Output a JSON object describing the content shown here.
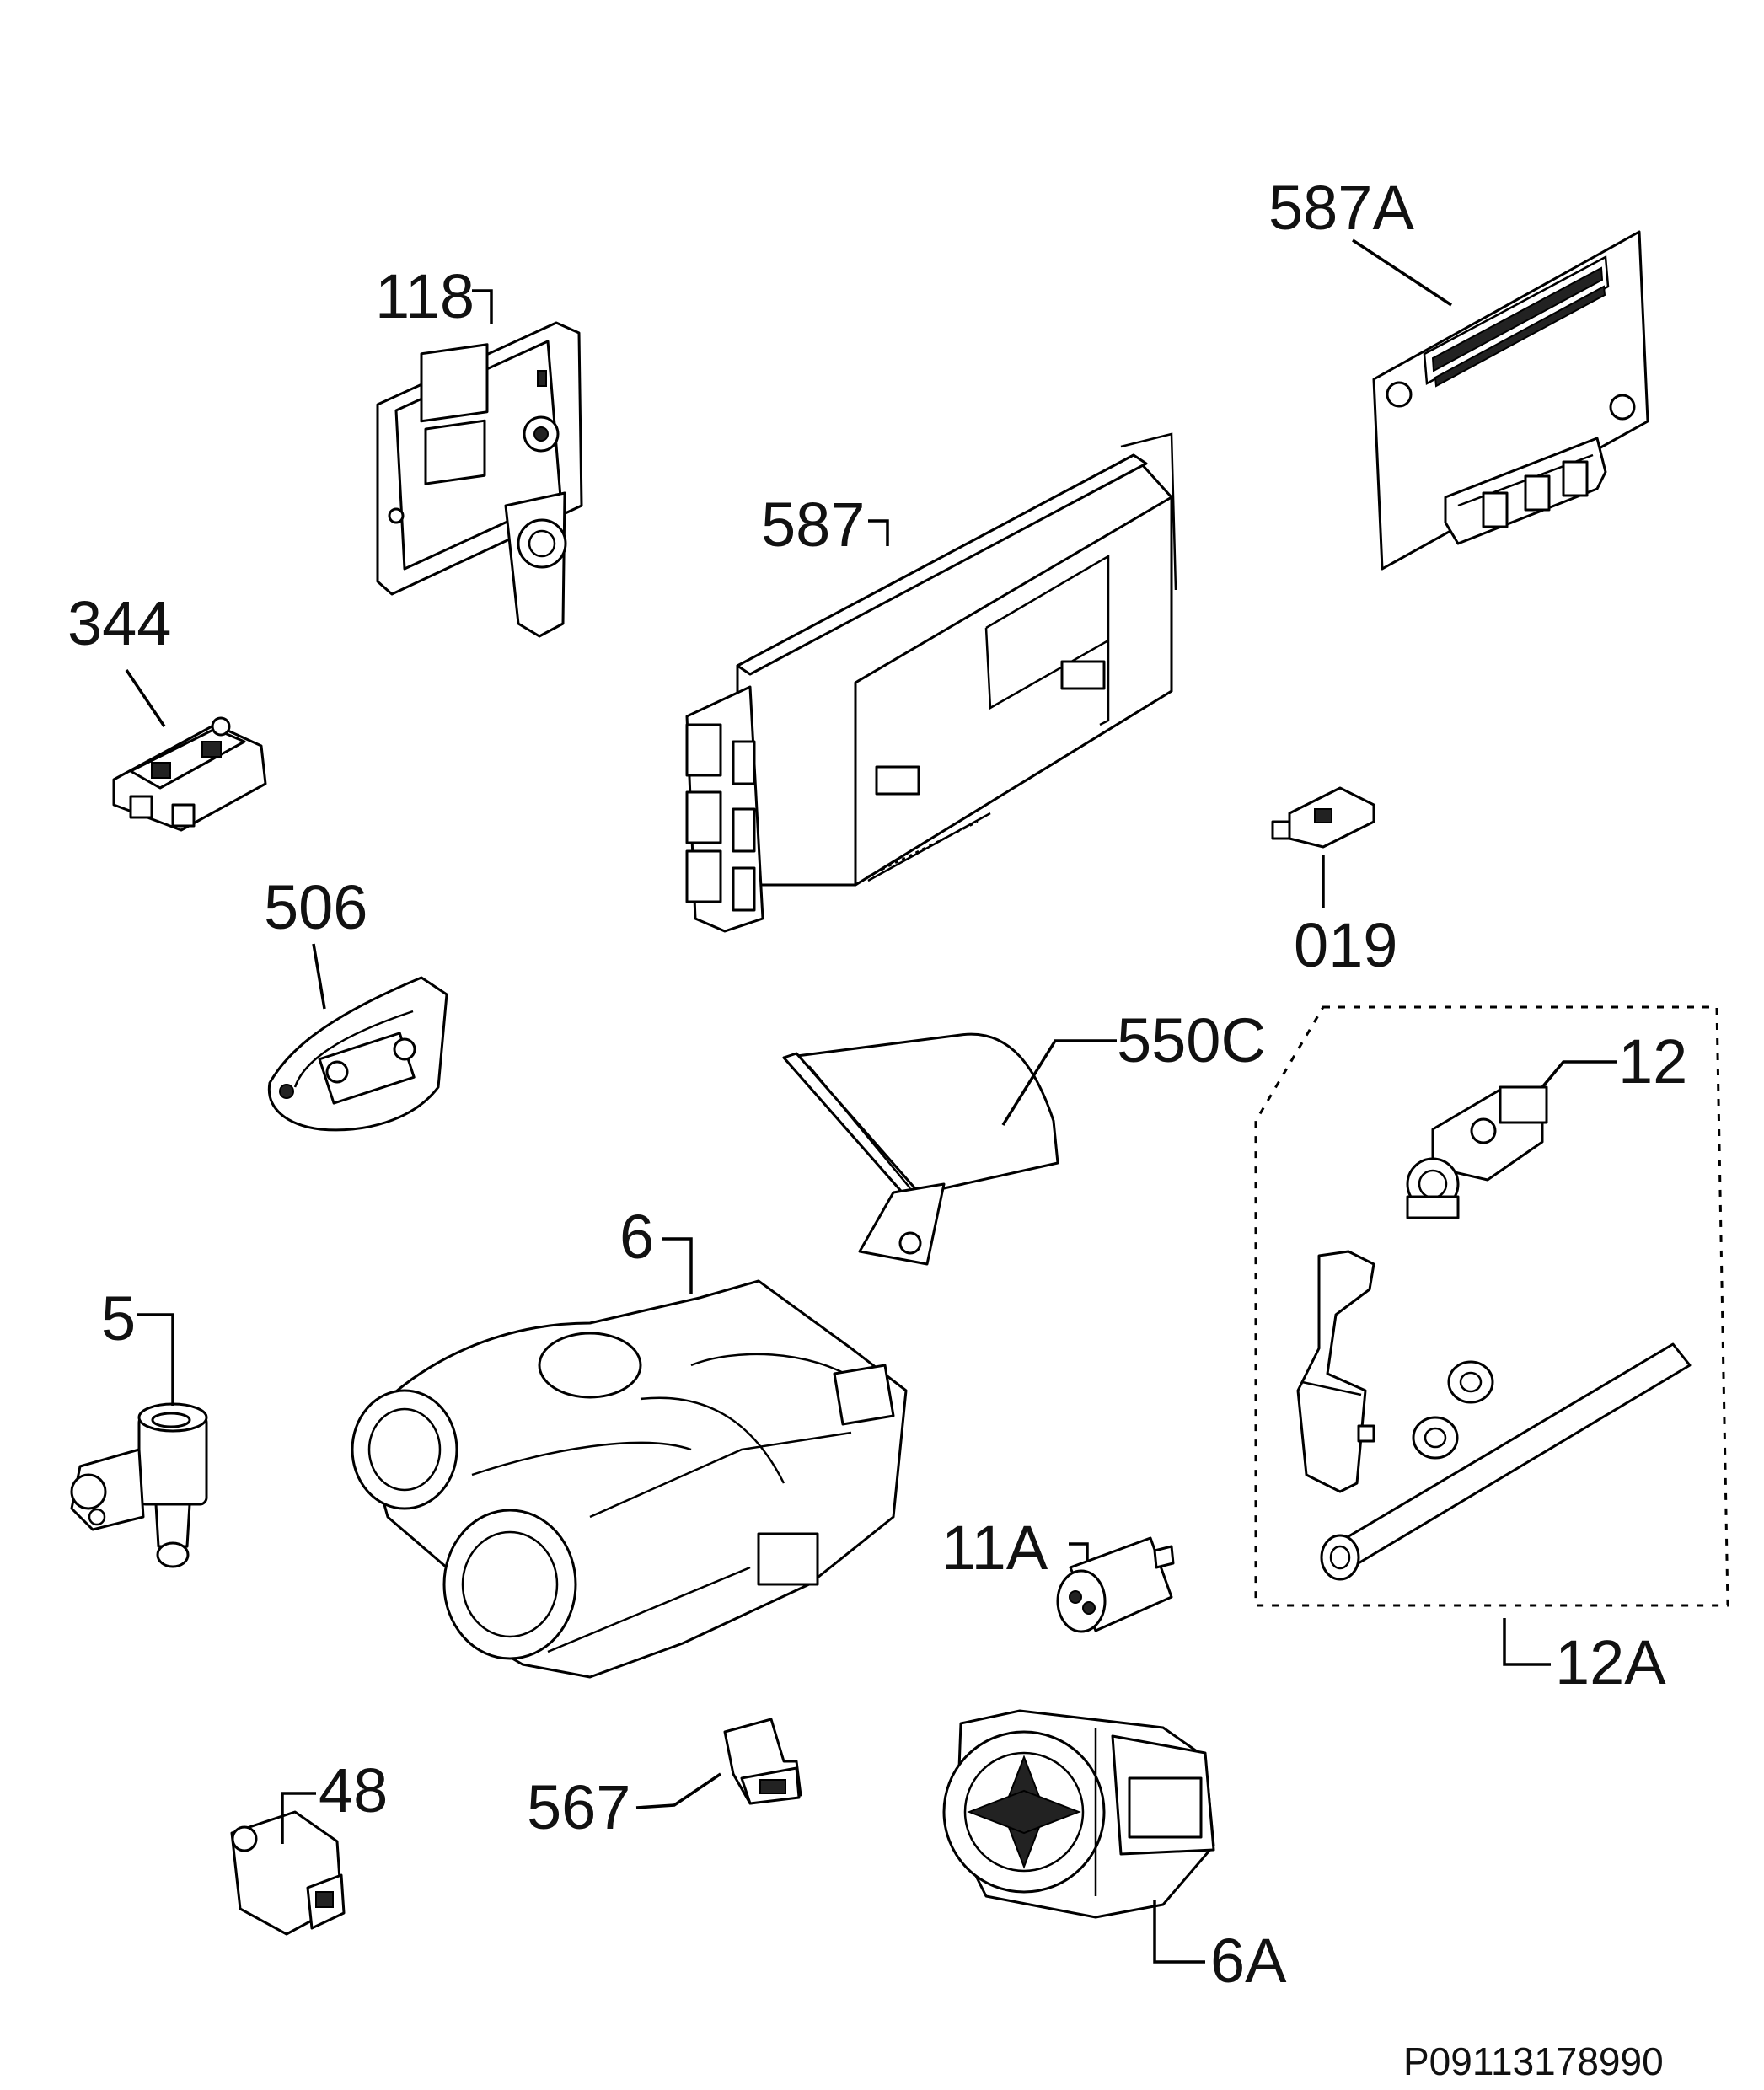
{
  "diagram": {
    "document_id": "P09113178990",
    "labels": {
      "p118": "118",
      "p587A": "587A",
      "p587": "587",
      "p344": "344",
      "p506": "506",
      "p019": "019",
      "p550C": "550C",
      "p12": "12",
      "p12A": "12A",
      "p6": "6",
      "p5": "5",
      "p11A": "11A",
      "p48": "48",
      "p567": "567",
      "p6A": "6A"
    }
  }
}
